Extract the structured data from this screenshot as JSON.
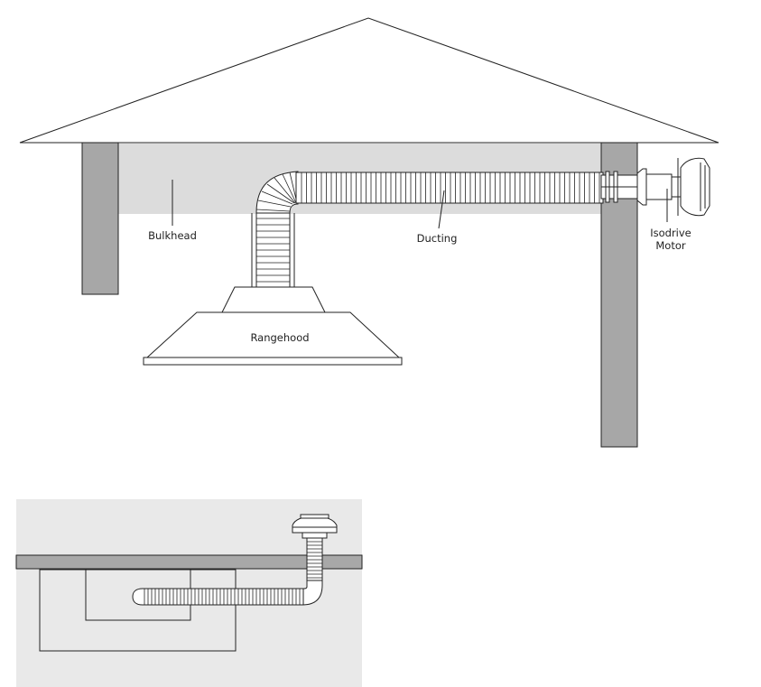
{
  "labels": {
    "bulkhead": "Bulkhead",
    "ducting": "Ducting",
    "isodrive_line1": "Isodrive",
    "isodrive_line2": "Motor",
    "rangehood": "Rangehood"
  },
  "colors": {
    "line": "#222222",
    "wall": "#a7a7a7",
    "ceiling_void": "#dcdcdc",
    "inset_bg": "#e9e9e9",
    "inset_slab": "#a8a8a8",
    "white": "#ffffff"
  }
}
